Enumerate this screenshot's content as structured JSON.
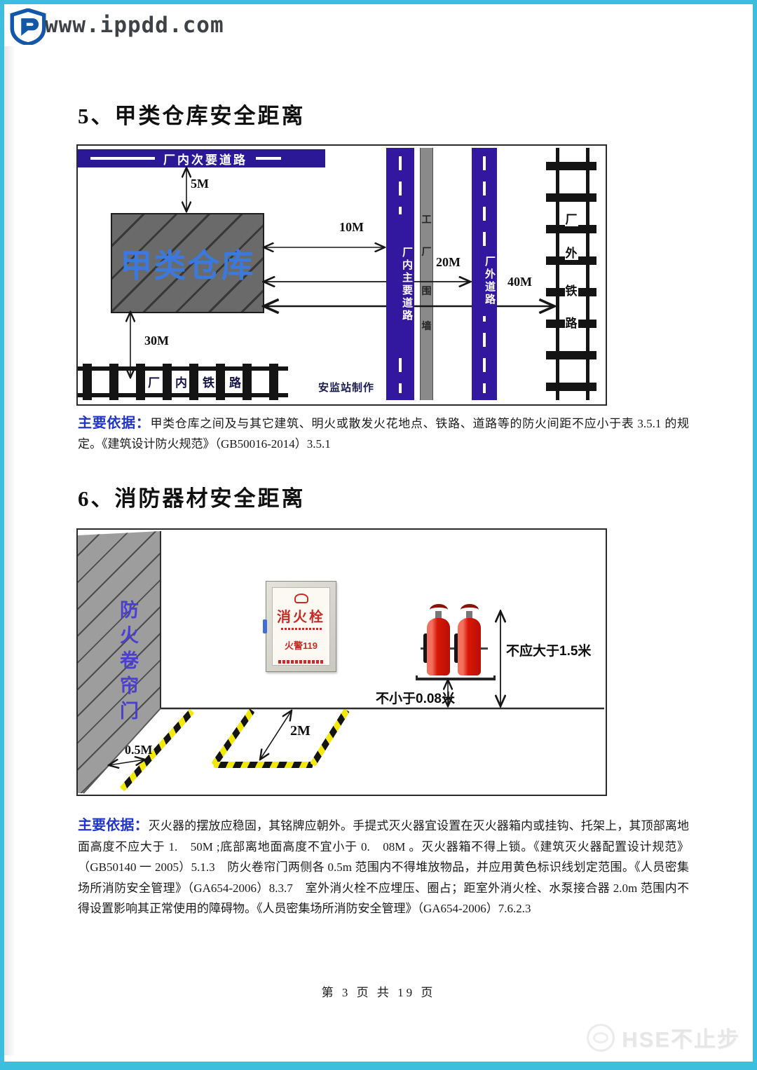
{
  "header": {
    "site": "www.ippdd.com"
  },
  "colors": {
    "frame_cyan": "#3cbede",
    "road_purple": "#31189e",
    "accent_blue": "#2135c8",
    "warehouse_label_blue": "#3c79dd",
    "shutter_text_blue": "#4a3fd0",
    "extinguisher_red": "#d81708",
    "hydrant_red": "#cc2a25",
    "tape_yellow": "#f2e90a"
  },
  "s5": {
    "title": "5、甲类仓库安全距离",
    "d": {
      "top_road": "厂内次要道路",
      "warehouse": "甲类仓库",
      "band1": "厂内主要道路",
      "wall_chars": [
        "工",
        "厂",
        "围",
        "墙"
      ],
      "band2": "厂外道路",
      "railv_chars": [
        "厂",
        "外",
        "铁",
        "路"
      ],
      "railh_chars": [
        "厂",
        "内",
        "铁",
        "路"
      ],
      "maker": "安监站制作",
      "dim5": "5M",
      "dim10": "10M",
      "dim20": "20M",
      "dim30": "30M",
      "dim40": "40M"
    },
    "basis_label": "主要依据：",
    "basis_text": "甲类仓库之间及与其它建筑、明火或散发火花地点、铁路、道路等的防火间距不应小于表 3.5.1 的规定。《建筑设计防火规范》（GB50016-2014）3.5.1"
  },
  "s6": {
    "title": "6、消防器材安全距离",
    "d": {
      "shutter": "防火卷帘门",
      "hydrant_title": "消火栓",
      "hydrant_alarm": "火警119",
      "dim05": "0.5M",
      "dim2": "2M",
      "max_h": "不应大于1.5米",
      "min_h": "不小于0.08米"
    },
    "basis_label": "主要依据：",
    "basis_text": "灭火器的摆放应稳固，其铭牌应朝外。手提式灭火器宜设置在灭火器箱内或挂钩、托架上，其顶部离地面高度不应大于 1.　50M ;底部离地面高度不宜小于 0.　08M 。灭火器箱不得上锁。《建筑灭火器配置设计规范》（GB50140 一 2005）5.1.3　防火卷帘门两侧各 0.5m 范围内不得堆放物品，并应用黄色标识线划定范围。《人员密集场所消防安全管理》（GA654-2006）8.3.7　室外消火栓不应埋压、圈占；距室外消火栓、水泵接合器 2.0m 范围内不得设置影响其正常使用的障碍物。《人员密集场所消防安全管理》（GA654-2006）7.6.2.3"
  },
  "footer": {
    "text": "第 3 页 共 19 页"
  },
  "watermark": {
    "text": "HSE不止步"
  }
}
